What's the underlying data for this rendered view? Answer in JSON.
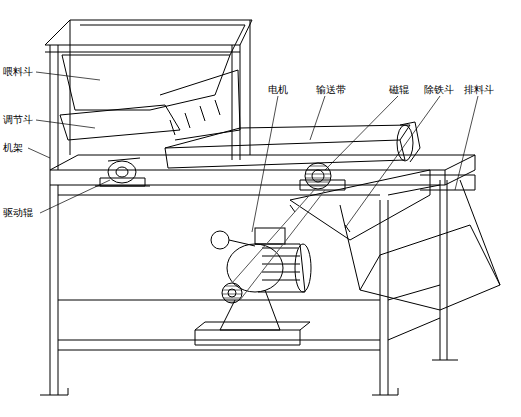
{
  "diagram": {
    "labels": [
      "喂料斗",
      "调节斗",
      "机架",
      "驱动辊",
      "电机",
      "输送带",
      "磁辊",
      "除铁斗",
      "排料斗"
    ]
  }
}
